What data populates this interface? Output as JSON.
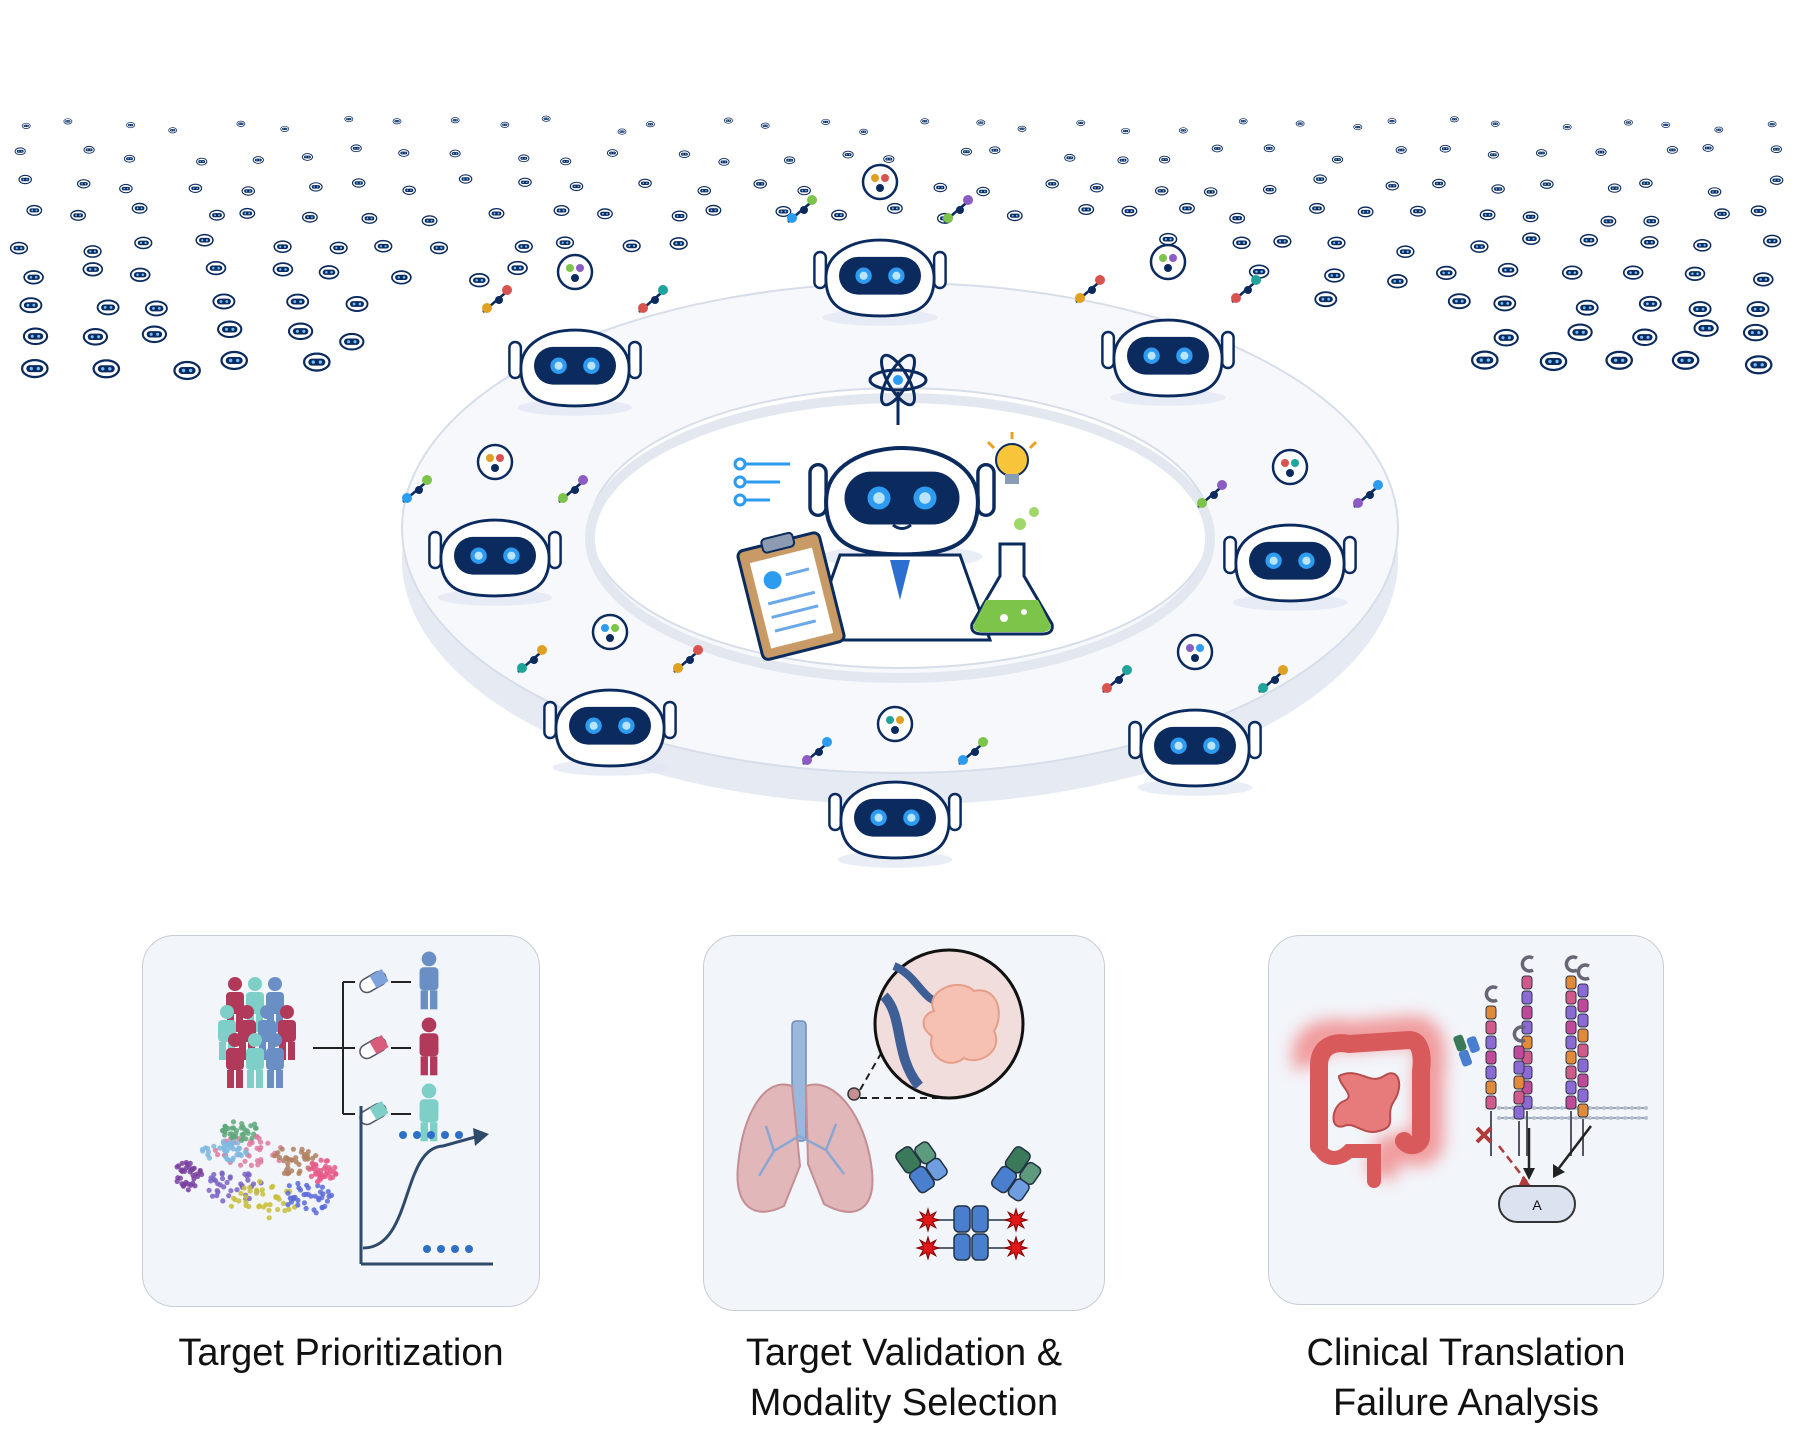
{
  "agents": {
    "center": {
      "icons": [
        "atom-icon",
        "lightbulb-icon",
        "clipboard-icon",
        "flask-icon",
        "network-icon"
      ]
    },
    "outer": [
      {
        "id": "genomics-agent",
        "icons": [
          "dna-search-icon",
          "cell-icon",
          "molecule-chart-icon"
        ]
      },
      {
        "id": "structure-agent",
        "icons": [
          "protein-structure-icon",
          "molecule-icon",
          "checkmark-icon"
        ]
      },
      {
        "id": "omics-agent",
        "icons": [
          "dna-icon",
          "antibody-icon",
          "cluster-icon"
        ]
      },
      {
        "id": "regulatory-agent",
        "icons": [
          "document-search-icon",
          "fda-shield-icon",
          "stop-icon"
        ]
      },
      {
        "id": "pharmacology-agent",
        "icons": [
          "syringe-icon",
          "pill-icon",
          "line-chart-icon"
        ]
      },
      {
        "id": "single-cell-agent",
        "icons": [
          "cell-network-icon",
          "cell-icon",
          "scatter-icon"
        ]
      },
      {
        "id": "literature-agent",
        "icons": [
          "bar-chart-icon",
          "book-icon",
          "globe-search-icon"
        ]
      },
      {
        "id": "pathway-agent",
        "icons": [
          "interaction-icon",
          "sequence-icon",
          "microscope-icon"
        ]
      }
    ]
  },
  "panels": [
    {
      "id": "target-prioritization",
      "caption_lines": [
        "Target Prioritization"
      ]
    },
    {
      "id": "target-validation",
      "caption_lines": [
        "Target Validation &",
        "Modality Selection"
      ]
    },
    {
      "id": "clinical-translation",
      "caption_lines": [
        "Clinical Translation",
        "Failure Analysis"
      ],
      "label": "A"
    }
  ],
  "colors": {
    "robot_dark": "#0b2a5e",
    "robot_eye": "#2d9bf0",
    "ring": "#e6ebf3",
    "panel_bg": "#f2f5fa",
    "person_red": "#b13a5a",
    "person_teal": "#7fcfc9",
    "person_blue": "#6a8fc4"
  }
}
